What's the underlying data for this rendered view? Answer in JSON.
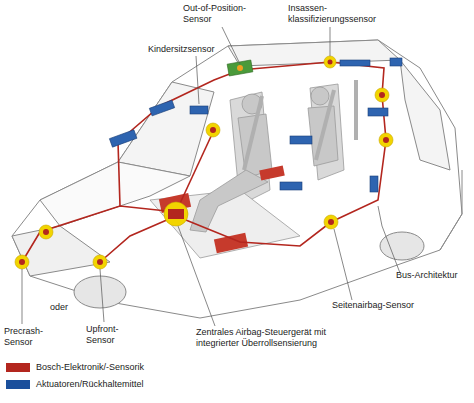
{
  "diagram": {
    "labels": [
      "Out-of-Position- Sensor",
      "Insassen- klassifizierungssensor",
      "Kindersitzsensor",
      "Bus-Architektur",
      "Seitenairbag-Sensor",
      "oder",
      "Precrash- Sensor",
      "Upfront- Sensor",
      "Zentrales Airbag-Steuergerät mit integrierter Überrollsensierung"
    ],
    "legend": [
      {
        "text": "Bosch-Elektronik/-Sensorik",
        "color": "#b3261e"
      },
      {
        "text": "Aktuatoren/Rückhaltemittel",
        "color": "#1a4f9c"
      }
    ]
  }
}
